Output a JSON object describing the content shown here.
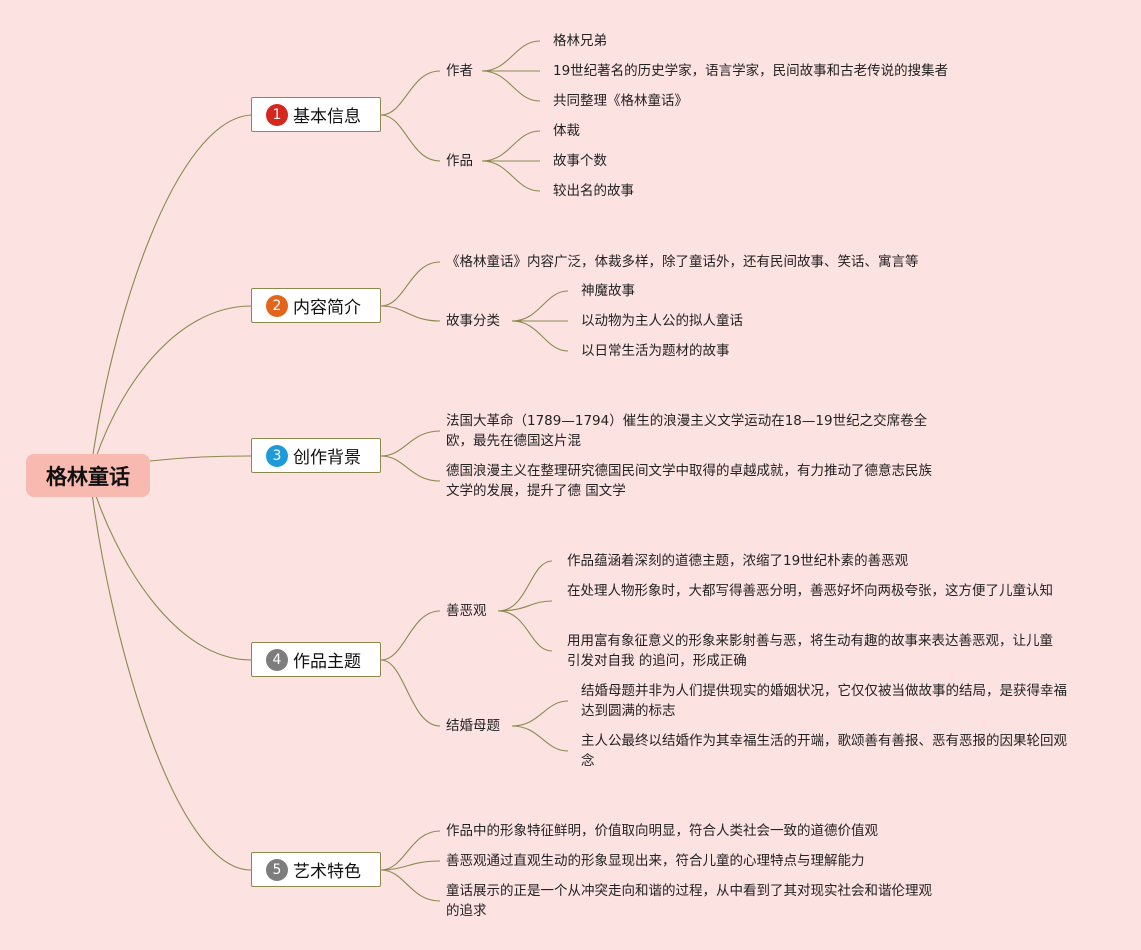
{
  "root": "格林童话",
  "colors": {
    "line": "#8a8a4e",
    "background": "#fde2e2",
    "root_fill": "#f8b9b0",
    "badge_1": "#d7261e",
    "badge_2": "#e3641b",
    "badge_3": "#1d9bd8",
    "badge_4": "#7d7d7d",
    "badge_5": "#7d7d7d"
  },
  "topics": [
    {
      "num": "1",
      "label": "基本信息",
      "children": [
        {
          "label": "作者",
          "children": [
            {
              "label": "格林兄弟"
            },
            {
              "label": "19世纪著名的历史学家，语言学家，民间故事和古老传说的搜集者"
            },
            {
              "label": "共同整理《格林童话》"
            }
          ]
        },
        {
          "label": "作品",
          "children": [
            {
              "label": "体裁"
            },
            {
              "label": "故事个数"
            },
            {
              "label": "较出名的故事"
            }
          ]
        }
      ]
    },
    {
      "num": "2",
      "label": "内容简介",
      "children": [
        {
          "label": "《格林童话》内容广泛，体裁多样，除了童话外，还有民间故事、笑话、寓言等"
        },
        {
          "label": "故事分类",
          "children": [
            {
              "label": "神魔故事"
            },
            {
              "label": "以动物为主人公的拟人童话"
            },
            {
              "label": "以日常生活为题材的故事"
            }
          ]
        }
      ]
    },
    {
      "num": "3",
      "label": "创作背景",
      "children": [
        {
          "label": "法国大革命（1789—1794）催生的浪漫主义文学运动在18—19世纪之交席卷全欧，最先在德国这片混"
        },
        {
          "label": "德国浪漫主义在整理研究德国民间文学中取得的卓越成就，有力推动了德意志民族文学的发展，提升了德 国文学"
        }
      ]
    },
    {
      "num": "4",
      "label": "作品主题",
      "children": [
        {
          "label": "善恶观",
          "children": [
            {
              "label": "作品蕴涵着深刻的道德主题，浓缩了19世纪朴素的善恶观"
            },
            {
              "label": "在处理人物形象时，大都写得善恶分明，善恶好坏向两极夸张，这方便了儿童认知"
            },
            {
              "label": "用用富有象征意义的形象来影射善与恶，将生动有趣的故事来表达善恶观，让儿童引发对自我 的追问，形成正确"
            }
          ]
        },
        {
          "label": "结婚母题",
          "children": [
            {
              "label": "结婚母题并非为人们提供现实的婚姻状况，它仅仅被当做故事的结局，是获得幸福达到圆满的标志"
            },
            {
              "label": "主人公最终以结婚作为其幸福生活的开端，歌颂善有善报、恶有恶报的因果轮回观念"
            }
          ]
        }
      ]
    },
    {
      "num": "5",
      "label": "艺术特色",
      "children": [
        {
          "label": "作品中的形象特征鲜明，价值取向明显，符合人类社会一致的道德价值观"
        },
        {
          "label": "善恶观通过直观生动的形象显现出来，符合儿童的心理特点与理解能力"
        },
        {
          "label": "童话展示的正是一个从冲突走向和谐的过程，从中看到了其对现实社会和谐伦理观的追求"
        }
      ]
    }
  ]
}
